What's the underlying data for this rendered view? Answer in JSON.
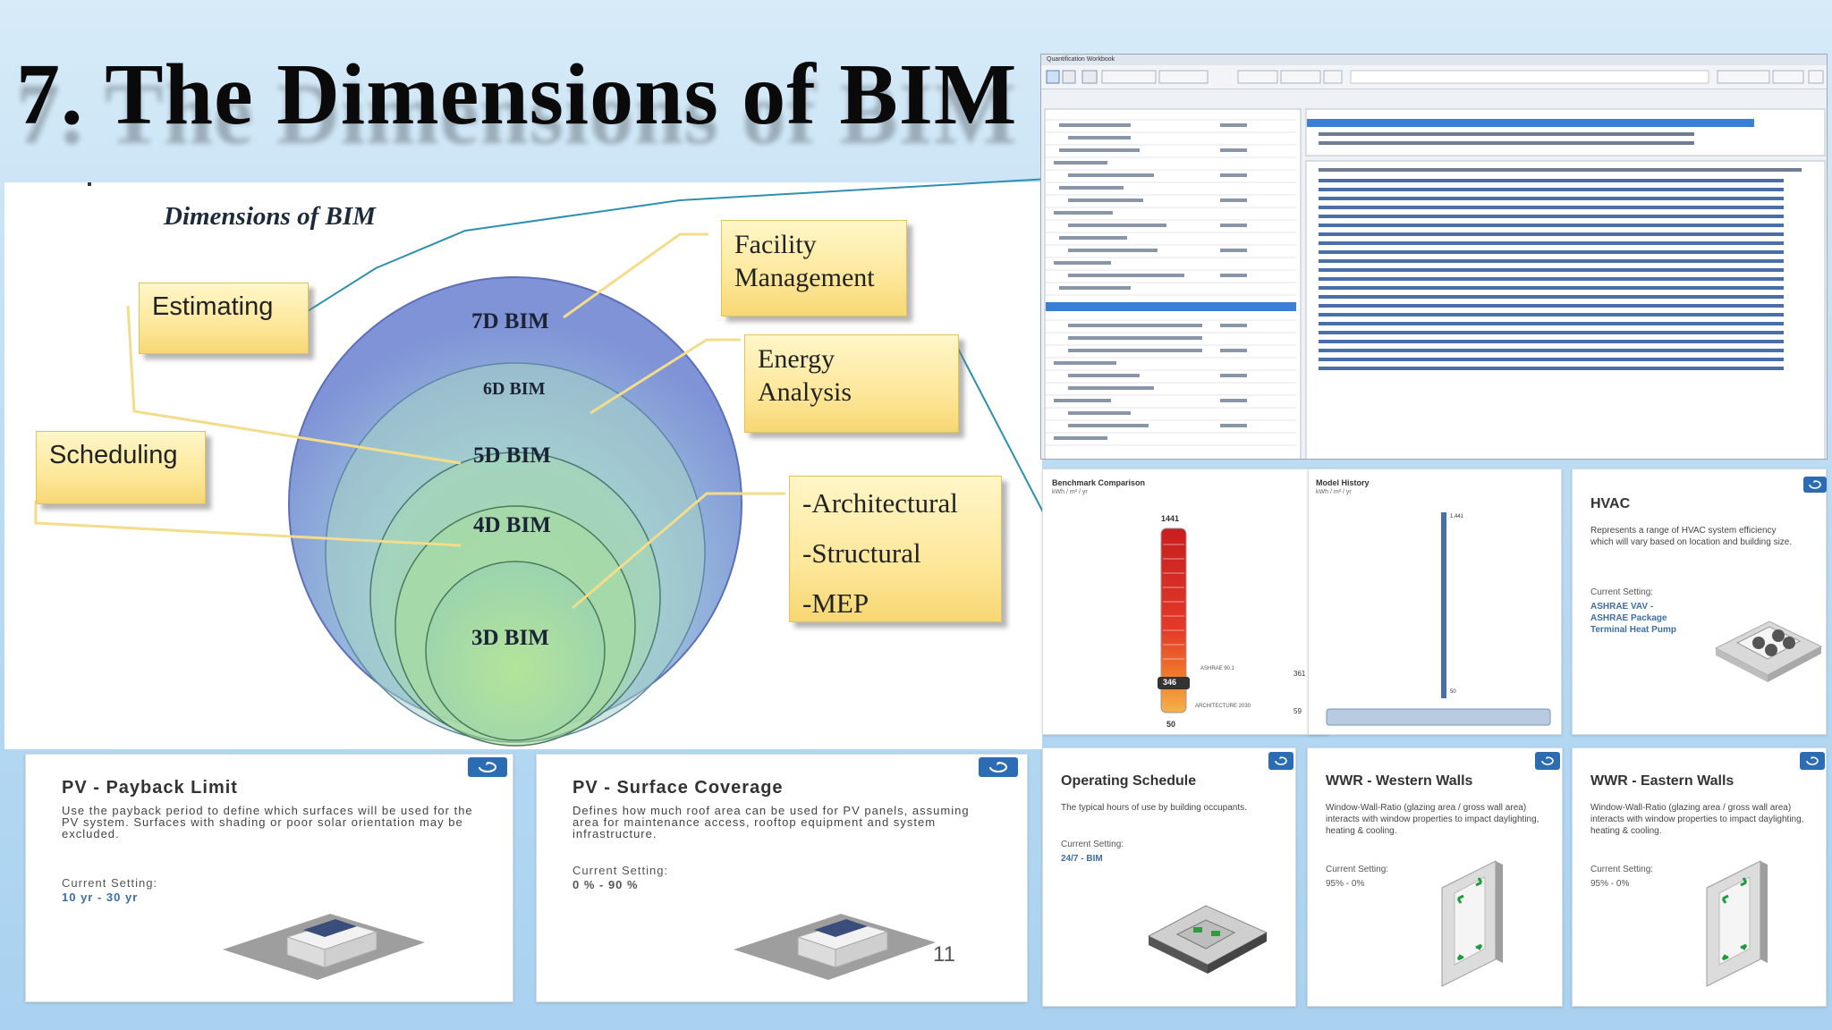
{
  "slide": {
    "title": "7. The Dimensions of BIM",
    "page_number": "11"
  },
  "diagram": {
    "heading": "Dimensions of BIM",
    "rings": [
      "7D BIM",
      "6D BIM",
      "5D BIM",
      "4D BIM",
      "3D BIM"
    ],
    "boxes": {
      "estimating": "Estimating",
      "scheduling": "Scheduling",
      "facility_line1": "Facility",
      "facility_line2": "Management",
      "energy_line1": "Energy",
      "energy_line2": "Analysis",
      "disc_1": "-Architectural",
      "disc_2": "-Structural",
      "disc_3": "-MEP"
    },
    "colors": {
      "outer_ring": "#7f9bd8",
      "inner_ring": "#a7dc8a",
      "box_fill": "#fde79a"
    }
  },
  "quantification": {
    "window_title": "Quantification Workbook"
  },
  "benchmark": {
    "title": "Benchmark Comparison",
    "unit": "kWh / m² / yr",
    "top_value": "1441",
    "current_value": "346",
    "bottom_value": "50",
    "ref1_label": "ASHRAE 90.1",
    "ref1_value": "361",
    "ref2_label": "ARCHITECTURE 2030",
    "ref2_value": "59"
  },
  "history": {
    "title": "Model History",
    "unit": "kWh / m² / yr",
    "top_value": "1,441",
    "bottom_value": "50"
  },
  "cards": {
    "hvac": {
      "title": "HVAC",
      "desc": "Represents a range of HVAC system efficiency which will vary based on location and building size.",
      "setting_label": "Current Setting:",
      "setting_value_1": "ASHRAE VAV -",
      "setting_value_2": "ASHRAE Package",
      "setting_value_3": "Terminal Heat Pump"
    },
    "pv_payback": {
      "title": "PV - Payback Limit",
      "desc": "Use the payback period to define which surfaces will be used for the PV system. Surfaces with shading or poor solar orientation may be excluded.",
      "setting_label": "Current Setting:",
      "setting_value": "10 yr - 30 yr"
    },
    "pv_coverage": {
      "title": "PV - Surface Coverage",
      "desc": "Defines how much roof area can be used for PV panels, assuming area for maintenance access, rooftop equipment and system infrastructure.",
      "setting_label": "Current Setting:",
      "setting_value": "0 % - 90 %"
    },
    "operating": {
      "title": "Operating Schedule",
      "desc": "The typical hours of use by building occupants.",
      "setting_label": "Current Setting:",
      "setting_value": "24/7 - BIM"
    },
    "wwr_west": {
      "title": "WWR - Western Walls",
      "desc": "Window-Wall-Ratio (glazing area / gross wall area) interacts with window properties to impact daylighting, heating & cooling.",
      "setting_label": "Current Setting:",
      "setting_value": "95% - 0%"
    },
    "wwr_east": {
      "title": "WWR - Eastern Walls",
      "desc": "Window-Wall-Ratio (glazing area / gross wall area) interacts with window properties to impact daylighting, heating & cooling.",
      "setting_label": "Current Setting:",
      "setting_value": "95% - 0%"
    }
  },
  "icons": [
    "refresh-tag-icon",
    "building-solar-icon",
    "hvac-unit-icon",
    "wall-window-icon",
    "floor-plan-icon"
  ]
}
